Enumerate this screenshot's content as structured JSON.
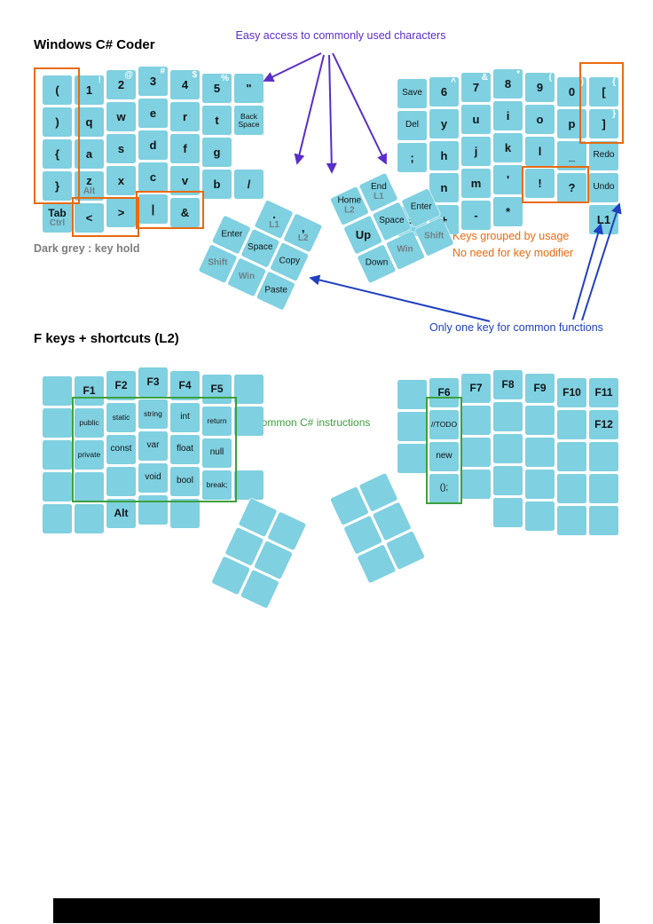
{
  "titles": {
    "main": "Windows C# Coder",
    "fkeys": "F keys + shortcuts (L2)"
  },
  "legend": {
    "hold": "Dark grey : key hold"
  },
  "annotations": {
    "easy_access": "Easy access to commonly used characters",
    "grouped_line1": "Keys grouped by usage",
    "grouped_line2": "No need for key modifier",
    "one_key": "Only one key for common functions",
    "csharp": "Common C# instructions"
  },
  "colors": {
    "key_fill": "#7fd0e0",
    "purple": "#5a2ec7",
    "blue": "#2040c0",
    "orange": "#e86a10",
    "green": "#3da03d",
    "hold_label": "#708087"
  },
  "main_layer": {
    "left": {
      "keys": [
        {
          "r": 0,
          "c": 0,
          "label": "("
        },
        {
          "r": 0,
          "c": 1,
          "label": "1",
          "shift": "!"
        },
        {
          "r": 0,
          "c": 2,
          "label": "2",
          "shift": "@"
        },
        {
          "r": 0,
          "c": 3,
          "label": "3",
          "shift": "#"
        },
        {
          "r": 0,
          "c": 4,
          "label": "4",
          "shift": "$"
        },
        {
          "r": 0,
          "c": 5,
          "label": "5",
          "shift": "%"
        },
        {
          "r": 0,
          "c": 6,
          "label": "\""
        },
        {
          "r": 1,
          "c": 0,
          "label": ")"
        },
        {
          "r": 1,
          "c": 1,
          "label": "q"
        },
        {
          "r": 1,
          "c": 2,
          "label": "w"
        },
        {
          "r": 1,
          "c": 3,
          "label": "e"
        },
        {
          "r": 1,
          "c": 4,
          "label": "r"
        },
        {
          "r": 1,
          "c": 5,
          "label": "t"
        },
        {
          "r": 1,
          "c": 6,
          "label": "Back Space"
        },
        {
          "r": 2,
          "c": 0,
          "label": "{"
        },
        {
          "r": 2,
          "c": 1,
          "label": "a"
        },
        {
          "r": 2,
          "c": 2,
          "label": "s"
        },
        {
          "r": 2,
          "c": 3,
          "label": "d"
        },
        {
          "r": 2,
          "c": 4,
          "label": "f"
        },
        {
          "r": 2,
          "c": 5,
          "label": "g"
        },
        {
          "r": 3,
          "c": 0,
          "label": "}"
        },
        {
          "r": 3,
          "c": 1,
          "label": "z",
          "hold": "Alt"
        },
        {
          "r": 3,
          "c": 2,
          "label": "x"
        },
        {
          "r": 3,
          "c": 3,
          "label": "c"
        },
        {
          "r": 3,
          "c": 4,
          "label": "v"
        },
        {
          "r": 3,
          "c": 5,
          "label": "b"
        },
        {
          "r": 3,
          "c": 6,
          "label": "/"
        },
        {
          "r": 4,
          "c": 0,
          "label": "Tab",
          "hold": "Ctrl"
        },
        {
          "r": 4,
          "c": 1,
          "label": "<"
        },
        {
          "r": 4,
          "c": 2,
          "label": ">"
        },
        {
          "r": 4,
          "c": 3,
          "label": "|"
        },
        {
          "r": 4,
          "c": 4,
          "label": "&"
        }
      ]
    },
    "right": {
      "keys": [
        {
          "r": 0,
          "c": 0,
          "label": "Save"
        },
        {
          "r": 0,
          "c": 1,
          "label": "6",
          "shift": "^"
        },
        {
          "r": 0,
          "c": 2,
          "label": "7",
          "shift": "&"
        },
        {
          "r": 0,
          "c": 3,
          "label": "8",
          "shift": "*"
        },
        {
          "r": 0,
          "c": 4,
          "label": "9",
          "shift": "("
        },
        {
          "r": 0,
          "c": 5,
          "label": "0",
          "shift": ")"
        },
        {
          "r": 0,
          "c": 6,
          "label": "[",
          "shift": "{"
        },
        {
          "r": 1,
          "c": 0,
          "label": "Del"
        },
        {
          "r": 1,
          "c": 1,
          "label": "y"
        },
        {
          "r": 1,
          "c": 2,
          "label": "u"
        },
        {
          "r": 1,
          "c": 3,
          "label": "i"
        },
        {
          "r": 1,
          "c": 4,
          "label": "o"
        },
        {
          "r": 1,
          "c": 5,
          "label": "p"
        },
        {
          "r": 1,
          "c": 6,
          "label": "]",
          "shift": "}"
        },
        {
          "r": 2,
          "c": 0,
          "label": ";"
        },
        {
          "r": 2,
          "c": 1,
          "label": "h"
        },
        {
          "r": 2,
          "c": 2,
          "label": "j"
        },
        {
          "r": 2,
          "c": 3,
          "label": "k"
        },
        {
          "r": 2,
          "c": 4,
          "label": "l"
        },
        {
          "r": 2,
          "c": 5,
          "label": "_"
        },
        {
          "r": 2,
          "c": 6,
          "label": "Redo"
        },
        {
          "r": 3,
          "c": 1,
          "label": "n"
        },
        {
          "r": 3,
          "c": 2,
          "label": "m"
        },
        {
          "r": 3,
          "c": 3,
          "label": "'"
        },
        {
          "r": 3,
          "c": 4,
          "label": "!"
        },
        {
          "r": 3,
          "c": 5,
          "label": "?"
        },
        {
          "r": 3,
          "c": 6,
          "label": "Undo"
        },
        {
          "r": 4,
          "c": 0,
          "label": "="
        },
        {
          "r": 4,
          "c": 1,
          "label": "+"
        },
        {
          "r": 4,
          "c": 2,
          "label": "-"
        },
        {
          "r": 4,
          "c": 3,
          "label": "*"
        },
        {
          "r": 4,
          "c": 6,
          "label": "L1"
        }
      ]
    },
    "left_thumb": {
      "keys": [
        {
          "r": 0,
          "c": 1,
          "label": ".",
          "hold": "L1"
        },
        {
          "r": 0,
          "c": 2,
          "label": ",",
          "hold": "L2"
        },
        {
          "r": 1,
          "c": 0,
          "label": "Enter"
        },
        {
          "r": 1,
          "c": 1,
          "label": "Space"
        },
        {
          "r": 1,
          "c": 2,
          "label": "Copy"
        },
        {
          "r": 2,
          "c": 0,
          "label": "",
          "hold": "Shift"
        },
        {
          "r": 2,
          "c": 1,
          "label": "",
          "hold": "Win"
        },
        {
          "r": 2,
          "c": 2,
          "label": "Paste"
        }
      ]
    },
    "right_thumb": {
      "keys": [
        {
          "r": 0,
          "c": 0,
          "label": "Home",
          "hold": "L2"
        },
        {
          "r": 0,
          "c": 1,
          "label": "End",
          "hold": "L1"
        },
        {
          "r": 1,
          "c": 0,
          "label": "Up"
        },
        {
          "r": 1,
          "c": 1,
          "label": "Space"
        },
        {
          "r": 1,
          "c": 2,
          "label": "Enter"
        },
        {
          "r": 2,
          "c": 0,
          "label": "Down"
        },
        {
          "r": 2,
          "c": 1,
          "label": "",
          "hold": "Win"
        },
        {
          "r": 2,
          "c": 2,
          "label": "",
          "hold": "Shift"
        }
      ]
    }
  },
  "l2_layer": {
    "left": {
      "keys": [
        {
          "r": 0,
          "c": 0,
          "label": ""
        },
        {
          "r": 0,
          "c": 1,
          "label": "F1"
        },
        {
          "r": 0,
          "c": 2,
          "label": "F2"
        },
        {
          "r": 0,
          "c": 3,
          "label": "F3"
        },
        {
          "r": 0,
          "c": 4,
          "label": "F4"
        },
        {
          "r": 0,
          "c": 5,
          "label": "F5"
        },
        {
          "r": 0,
          "c": 6,
          "label": ""
        },
        {
          "r": 1,
          "c": 0,
          "label": ""
        },
        {
          "r": 1,
          "c": 1,
          "label": "public"
        },
        {
          "r": 1,
          "c": 2,
          "label": "static"
        },
        {
          "r": 1,
          "c": 3,
          "label": "string"
        },
        {
          "r": 1,
          "c": 4,
          "label": "int"
        },
        {
          "r": 1,
          "c": 5,
          "label": "return"
        },
        {
          "r": 1,
          "c": 6,
          "label": ""
        },
        {
          "r": 2,
          "c": 0,
          "label": ""
        },
        {
          "r": 2,
          "c": 1,
          "label": "private"
        },
        {
          "r": 2,
          "c": 2,
          "label": "const"
        },
        {
          "r": 2,
          "c": 3,
          "label": "var"
        },
        {
          "r": 2,
          "c": 4,
          "label": "float"
        },
        {
          "r": 2,
          "c": 5,
          "label": "null"
        },
        {
          "r": 3,
          "c": 0,
          "label": ""
        },
        {
          "r": 3,
          "c": 1,
          "label": ""
        },
        {
          "r": 3,
          "c": 2,
          "label": ""
        },
        {
          "r": 3,
          "c": 3,
          "label": "void"
        },
        {
          "r": 3,
          "c": 4,
          "label": "bool"
        },
        {
          "r": 3,
          "c": 5,
          "label": "break;"
        },
        {
          "r": 3,
          "c": 6,
          "label": ""
        },
        {
          "r": 4,
          "c": 0,
          "label": ""
        },
        {
          "r": 4,
          "c": 1,
          "label": ""
        },
        {
          "r": 4,
          "c": 2,
          "label": "Alt"
        },
        {
          "r": 4,
          "c": 3,
          "label": ""
        },
        {
          "r": 4,
          "c": 4,
          "label": ""
        }
      ]
    },
    "right": {
      "keys": [
        {
          "r": 0,
          "c": 0,
          "label": ""
        },
        {
          "r": 0,
          "c": 1,
          "label": "F6"
        },
        {
          "r": 0,
          "c": 2,
          "label": "F7"
        },
        {
          "r": 0,
          "c": 3,
          "label": "F8"
        },
        {
          "r": 0,
          "c": 4,
          "label": "F9"
        },
        {
          "r": 0,
          "c": 5,
          "label": "F10"
        },
        {
          "r": 0,
          "c": 6,
          "label": "F11"
        },
        {
          "r": 1,
          "c": 0,
          "label": ""
        },
        {
          "r": 1,
          "c": 1,
          "label": "//TODO"
        },
        {
          "r": 1,
          "c": 2,
          "label": ""
        },
        {
          "r": 1,
          "c": 3,
          "label": ""
        },
        {
          "r": 1,
          "c": 4,
          "label": ""
        },
        {
          "r": 1,
          "c": 5,
          "label": ""
        },
        {
          "r": 1,
          "c": 6,
          "label": "F12"
        },
        {
          "r": 2,
          "c": 0,
          "label": ""
        },
        {
          "r": 2,
          "c": 1,
          "label": "new"
        },
        {
          "r": 2,
          "c": 2,
          "label": ""
        },
        {
          "r": 2,
          "c": 3,
          "label": ""
        },
        {
          "r": 2,
          "c": 4,
          "label": ""
        },
        {
          "r": 2,
          "c": 5,
          "label": ""
        },
        {
          "r": 2,
          "c": 6,
          "label": ""
        },
        {
          "r": 3,
          "c": 1,
          "label": "();"
        },
        {
          "r": 3,
          "c": 2,
          "label": ""
        },
        {
          "r": 3,
          "c": 3,
          "label": ""
        },
        {
          "r": 3,
          "c": 4,
          "label": ""
        },
        {
          "r": 3,
          "c": 5,
          "label": ""
        },
        {
          "r": 3,
          "c": 6,
          "label": ""
        },
        {
          "r": 4,
          "c": 3,
          "label": ""
        },
        {
          "r": 4,
          "c": 4,
          "label": ""
        },
        {
          "r": 4,
          "c": 5,
          "label": ""
        },
        {
          "r": 4,
          "c": 6,
          "label": ""
        }
      ]
    },
    "left_thumb": {
      "keys": [
        {
          "r": 0,
          "c": 1,
          "label": ""
        },
        {
          "r": 0,
          "c": 2,
          "label": ""
        },
        {
          "r": 1,
          "c": 1,
          "label": ""
        },
        {
          "r": 1,
          "c": 2,
          "label": ""
        },
        {
          "r": 2,
          "c": 1,
          "label": ""
        },
        {
          "r": 2,
          "c": 2,
          "label": ""
        }
      ]
    },
    "right_thumb": {
      "keys": [
        {
          "r": 0,
          "c": 0,
          "label": ""
        },
        {
          "r": 0,
          "c": 1,
          "label": ""
        },
        {
          "r": 1,
          "c": 0,
          "label": ""
        },
        {
          "r": 1,
          "c": 1,
          "label": ""
        },
        {
          "r": 2,
          "c": 0,
          "label": ""
        },
        {
          "r": 2,
          "c": 1,
          "label": ""
        }
      ]
    }
  }
}
